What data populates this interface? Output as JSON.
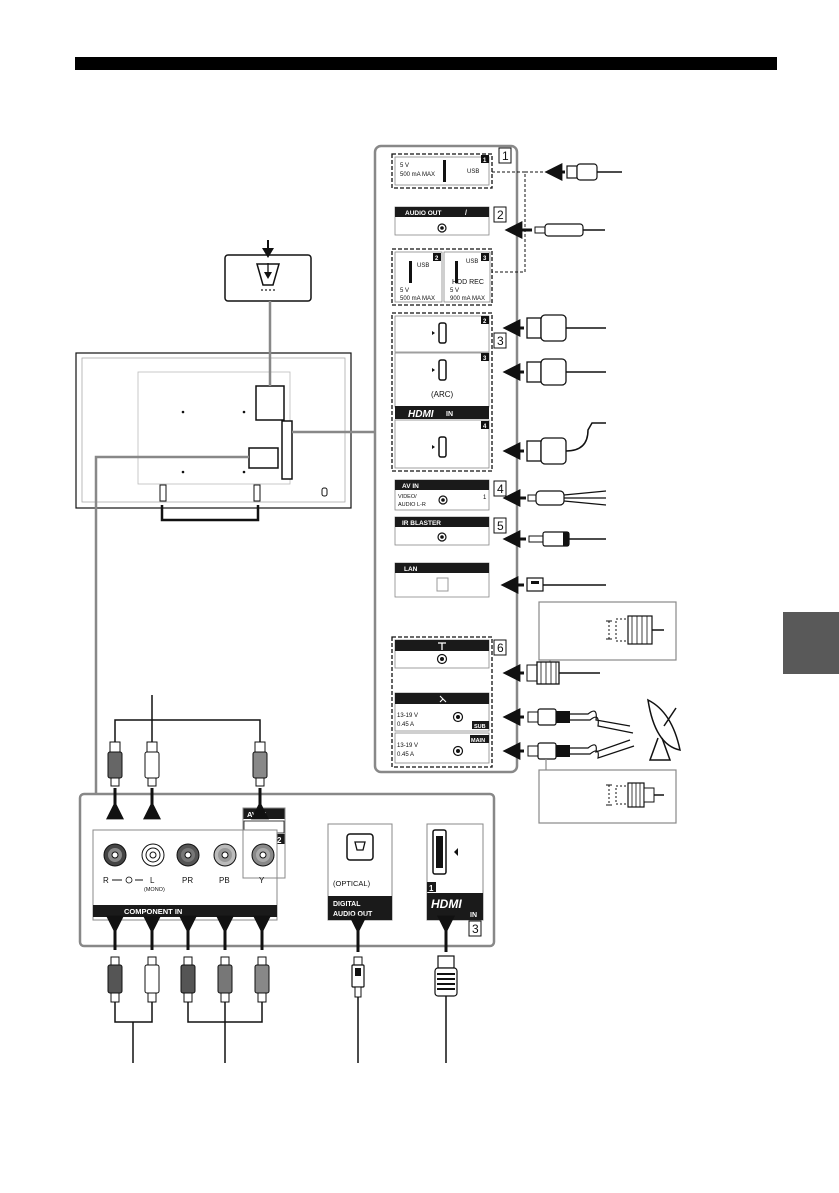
{
  "panel_numbers": [
    "1",
    "2",
    "3",
    "4",
    "5",
    "6"
  ],
  "ports": {
    "usb1": {
      "spec1": "5 V",
      "spec2": "500 mA MAX",
      "label": "USB",
      "num": "1"
    },
    "audio_out": {
      "label": "AUDIO OUT",
      "slash": "/"
    },
    "usb2": {
      "label": "USB",
      "spec1": "5 V",
      "spec2": "500 mA MAX",
      "num": "2"
    },
    "usb3": {
      "label": "USB",
      "sub": "HDD REC",
      "spec1": "5 V",
      "spec2": "900 mA MAX",
      "num": "3"
    },
    "hdmi": {
      "num2": "2",
      "num3": "3",
      "arc": "(ARC)",
      "brand": "HDMI",
      "in": "IN",
      "num4": "4"
    },
    "av_in_1": {
      "label": "AV IN",
      "sub": "VIDEO/",
      "sub2": "AUDIO L-R",
      "num": "1"
    },
    "ir_blaster": {
      "label": "IR BLASTER"
    },
    "lan": {
      "label": "LAN"
    },
    "sat_sub": {
      "spec1": "13-19 V",
      "spec2": "0.45 A",
      "tag": "SUB"
    },
    "sat_main": {
      "spec1": "13-19 V",
      "spec2": "0.45 A",
      "tag": "MAIN"
    }
  },
  "bottom_panel": {
    "av_in_2": {
      "label": "AV IN",
      "num": "2"
    },
    "component_labels": [
      "R",
      "L",
      "PR",
      "PB",
      "Y"
    ],
    "mono": "(MONO)",
    "component_in": "COMPONENT IN",
    "optical": "(OPTICAL)",
    "digital": "DIGITAL",
    "audio_out": "AUDIO OUT",
    "hdmi_num": "1",
    "hdmi_brand": "HDMI",
    "hdmi_in": "IN",
    "panel_number": "3"
  },
  "colors": {
    "ink": "#111111",
    "port_black": "#1a1a1a",
    "tab": "#595959"
  }
}
